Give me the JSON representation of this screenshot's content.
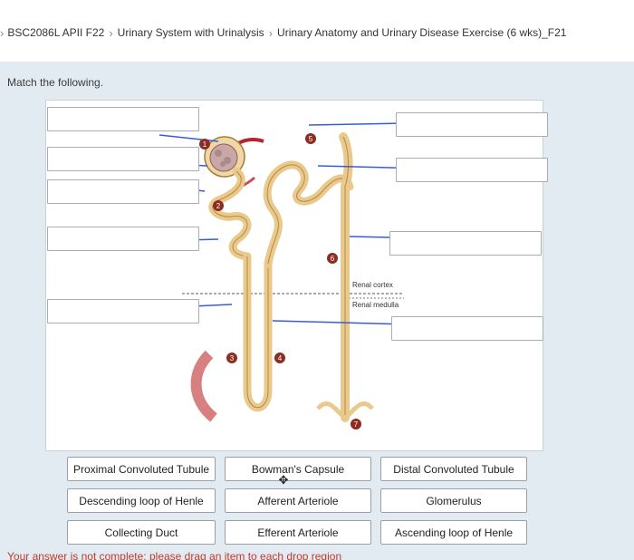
{
  "breadcrumb": {
    "items": [
      "BSC2086L APII F22",
      "Urinary System with Urinalysis",
      "Urinary Anatomy and Urinary Disease Exercise (6 wks)_F21"
    ]
  },
  "question": {
    "prompt": "Match the following."
  },
  "diagram": {
    "labels": {
      "cortex": "Renal cortex",
      "medulla": "Renal medulla"
    },
    "markers": [
      "1",
      "2",
      "3",
      "4",
      "5",
      "6",
      "7"
    ]
  },
  "answer_tiles": [
    "Proximal Convoluted Tubule",
    "Bowman's Capsule",
    "Distal Convoluted Tubule",
    "Descending loop of Henle",
    "Afferent Arteriole",
    "Glomerulus",
    "Collecting Duct",
    "Efferent Arteriole",
    "Ascending loop of Henle"
  ],
  "status": {
    "message": "Your answer is not complete; please drag an item to each drop region"
  },
  "colors": {
    "panel": "#e3ebf2",
    "tubule": "#e9c98c",
    "pointer": "#3b5bd6",
    "marker": "#8b2d23"
  }
}
